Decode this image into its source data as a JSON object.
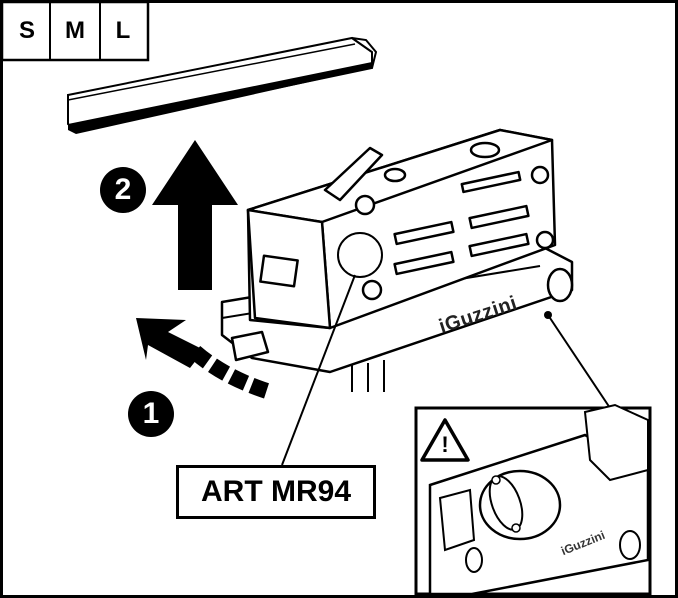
{
  "sizes": [
    "S",
    "M",
    "L"
  ],
  "steps": {
    "step1": "1",
    "step2": "2"
  },
  "label": {
    "article": "ART MR94"
  },
  "brand": "iGuzzini",
  "warning": {
    "symbol": "!"
  },
  "colors": {
    "ink": "#000000",
    "paper": "#ffffff"
  }
}
